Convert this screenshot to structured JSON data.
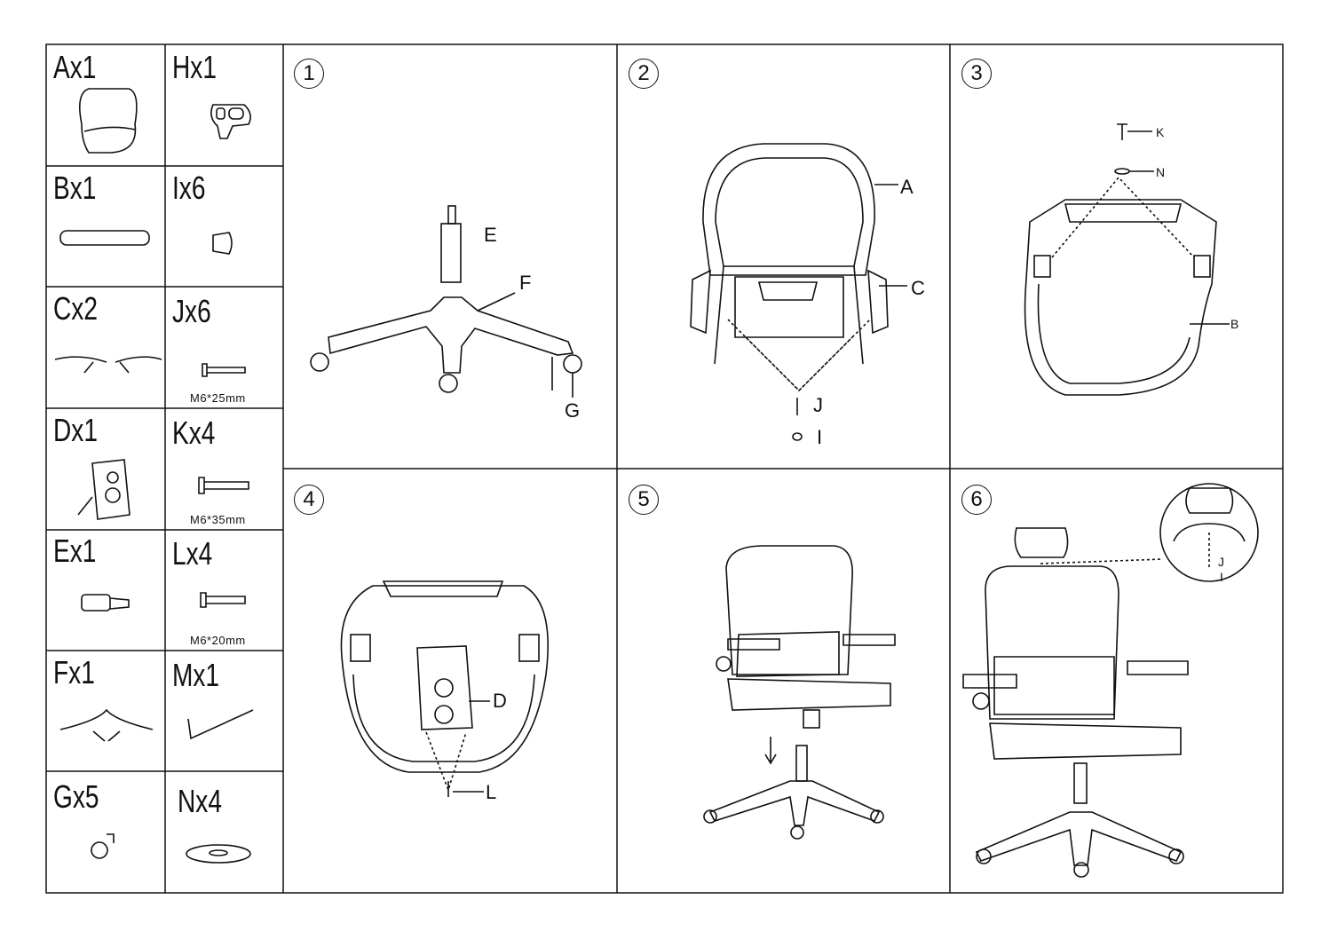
{
  "parts": [
    {
      "id": "A",
      "label": "Ax1"
    },
    {
      "id": "H",
      "label": "Hx1"
    },
    {
      "id": "B",
      "label": "Bx1"
    },
    {
      "id": "I",
      "label": "Ix6"
    },
    {
      "id": "C",
      "label": "Cx2"
    },
    {
      "id": "J",
      "label": "Jx6",
      "spec": "M6*25mm"
    },
    {
      "id": "D",
      "label": "Dx1"
    },
    {
      "id": "K",
      "label": "Kx4",
      "spec": "M6*35mm"
    },
    {
      "id": "E",
      "label": "Ex1"
    },
    {
      "id": "L",
      "label": "Lx4",
      "spec": "M6*20mm"
    },
    {
      "id": "F",
      "label": "Fx1"
    },
    {
      "id": "M",
      "label": "Mx1"
    },
    {
      "id": "G",
      "label": "Gx5"
    },
    {
      "id": "N",
      "label": "Nx4"
    }
  ],
  "steps": [
    {
      "number": "1",
      "callouts": [
        "E",
        "F",
        "G"
      ]
    },
    {
      "number": "2",
      "callouts": [
        "A",
        "C",
        "J",
        "I"
      ]
    },
    {
      "number": "3",
      "callouts": [
        "K",
        "N",
        "B"
      ]
    },
    {
      "number": "4",
      "callouts": [
        "D",
        "L"
      ]
    },
    {
      "number": "5",
      "callouts": []
    },
    {
      "number": "6",
      "callouts": [
        "J",
        "I"
      ]
    }
  ],
  "colors": {
    "line": "#111111",
    "background": "#ffffff"
  }
}
